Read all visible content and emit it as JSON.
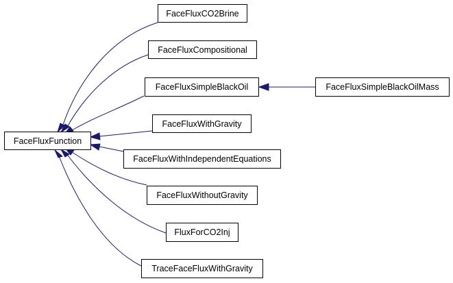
{
  "diagram": {
    "nodes": {
      "root": "FaceFluxFunction",
      "co2brine": "FaceFluxCO2Brine",
      "compositional": "FaceFluxCompositional",
      "simpleblackoil": "FaceFluxSimpleBlackOil",
      "simpleblackoilmass": "FaceFluxSimpleBlackOilMass",
      "withgravity": "FaceFluxWithGravity",
      "independent": "FaceFluxWithIndependentEquations",
      "withoutgravity": "FaceFluxWithoutGravity",
      "co2inj": "FluxForCO2Inj",
      "trace": "TraceFaceFluxWithGravity"
    },
    "colors": {
      "edge": "#191970",
      "node_border": "#000000",
      "node_fill": "#ffffff"
    }
  }
}
